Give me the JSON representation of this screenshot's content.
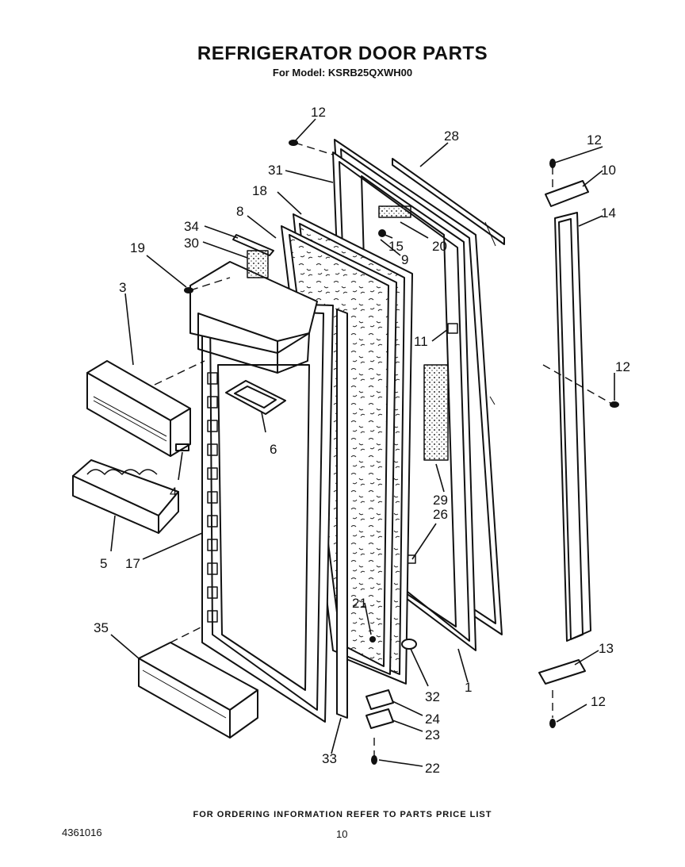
{
  "title": "REFRIGERATOR DOOR PARTS",
  "subtitle": "For Model: KSRB25QXWH00",
  "footer_note": "FOR ORDERING INFORMATION REFER TO PARTS PRICE LIST",
  "document_number": "4361016",
  "page_number": "10",
  "callouts": {
    "c12a": "12",
    "c28": "28",
    "c31": "31",
    "c18": "18",
    "c8": "8",
    "c34": "34",
    "c30": "30",
    "c19": "19",
    "c3": "3",
    "c15": "15",
    "c20": "20",
    "c9": "9",
    "c11": "11",
    "c12b": "12",
    "c10": "10",
    "c14": "14",
    "c12c": "12",
    "c6": "6",
    "c4": "4",
    "c5": "5",
    "c17": "17",
    "c29": "29",
    "c26": "26",
    "c21": "21",
    "c35": "35",
    "c32": "32",
    "c1": "1",
    "c13": "13",
    "c12d": "12",
    "c24": "24",
    "c23": "23",
    "c33": "33",
    "c22": "22"
  }
}
